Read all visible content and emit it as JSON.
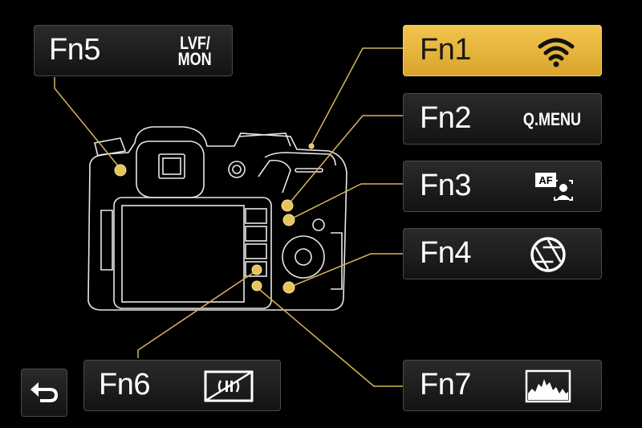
{
  "buttons": {
    "fn1": {
      "label": "Fn1",
      "icon": "wifi-icon"
    },
    "fn2": {
      "label": "Fn2",
      "value": "Q.MENU"
    },
    "fn3": {
      "label": "Fn3",
      "icon": "af-face-detect-icon"
    },
    "fn4": {
      "label": "Fn4",
      "icon": "aperture-icon"
    },
    "fn5": {
      "label": "Fn5",
      "value_line1": "LVF/",
      "value_line2": "MON"
    },
    "fn6": {
      "label": "Fn6",
      "icon": "touch-tab-icon"
    },
    "fn7": {
      "label": "Fn7",
      "icon": "histogram-icon"
    }
  },
  "back": {
    "icon": "return-arrow-icon"
  },
  "selected": "fn1",
  "colors": {
    "accent": "#e8b83e",
    "line": "#d9b45a",
    "background": "#000000"
  }
}
